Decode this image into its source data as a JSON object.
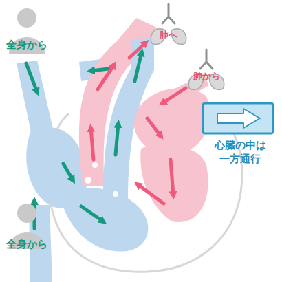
{
  "diagram": {
    "nodes": [
      {
        "text": [
          "全身から"
        ]
      },
      {
        "text": [
          "肺へ"
        ]
      },
      {
        "text": [
          "肺から"
        ]
      },
      {
        "text": [
          "心臓の中は 一方通行"
        ]
      },
      {
        "text": [
          "全身から"
        ]
      }
    ]
  }
}
